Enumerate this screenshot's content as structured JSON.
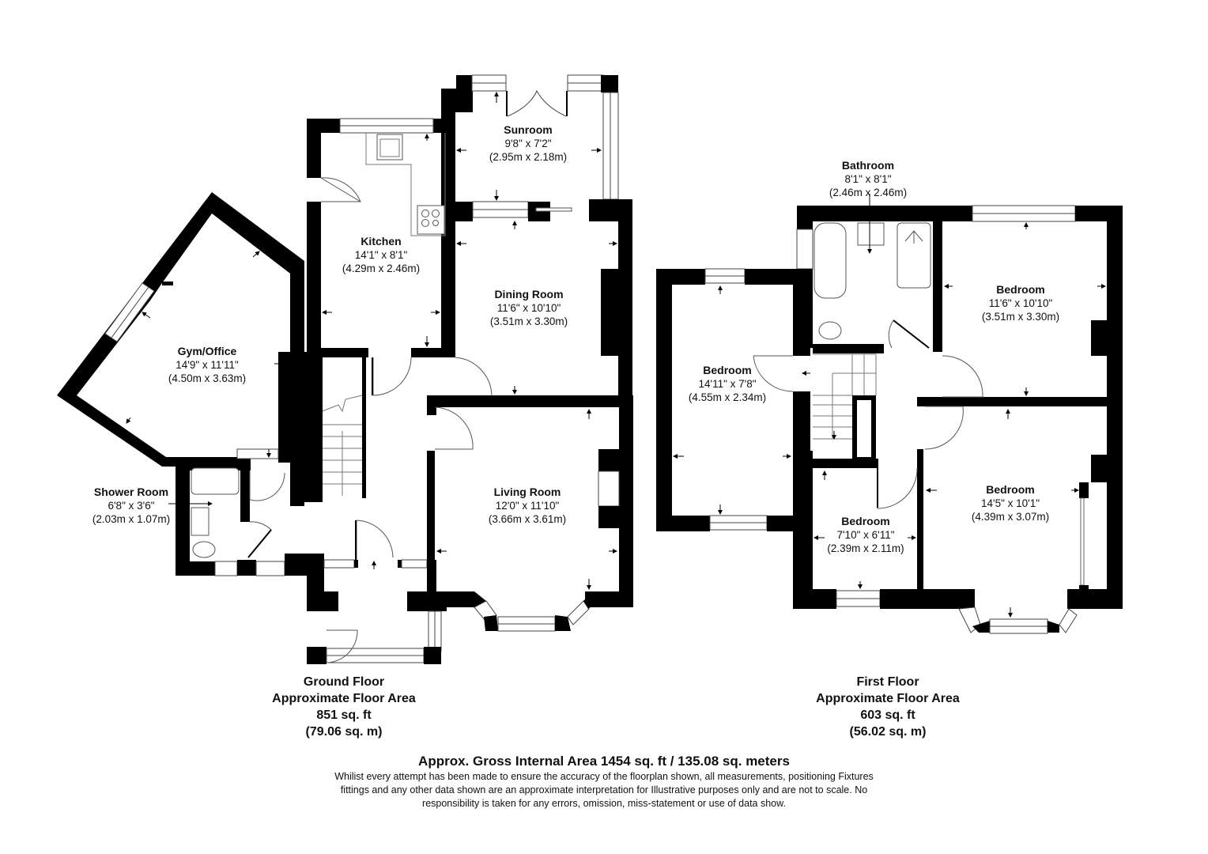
{
  "ground_floor": {
    "caption": {
      "title": "Ground Floor",
      "subtitle": "Approximate Floor Area",
      "area_sqft": "851 sq. ft",
      "area_sqm": "(79.06 sq. m)"
    },
    "rooms": [
      {
        "name": "Sunroom",
        "imperial": "9'8\" x 7'2\"",
        "metric": "(2.95m x 2.18m)"
      },
      {
        "name": "Kitchen",
        "imperial": "14'1\" x 8'1\"",
        "metric": "(4.29m x 2.46m)"
      },
      {
        "name": "Dining Room",
        "imperial": "11'6\" x 10'10\"",
        "metric": "(3.51m x 3.30m)"
      },
      {
        "name": "Gym/Office",
        "imperial": "14'9\" x 11'11\"",
        "metric": "(4.50m x 3.63m)"
      },
      {
        "name": "Living Room",
        "imperial": "12'0\" x 11'10\"",
        "metric": "(3.66m x 3.61m)"
      },
      {
        "name": "Shower Room",
        "imperial": "6'8\" x 3'6\"",
        "metric": "(2.03m x 1.07m)"
      }
    ]
  },
  "first_floor": {
    "caption": {
      "title": "First Floor",
      "subtitle": "Approximate Floor Area",
      "area_sqft": "603 sq. ft",
      "area_sqm": "(56.02 sq. m)"
    },
    "rooms": [
      {
        "name": "Bathroom",
        "imperial": "8'1\" x 8'1\"",
        "metric": "(2.46m x 2.46m)"
      },
      {
        "name": "Bedroom",
        "imperial": "11'6\" x 10'10\"",
        "metric": "(3.51m x 3.30m)"
      },
      {
        "name": "Bedroom",
        "imperial": "14'11\" x 7'8\"",
        "metric": "(4.55m x 2.34m)"
      },
      {
        "name": "Bedroom",
        "imperial": "7'10\" x 6'11\"",
        "metric": "(2.39m x 2.11m)"
      },
      {
        "name": "Bedroom",
        "imperial": "14'5\" x 10'1\"",
        "metric": "(4.39m x 3.07m)"
      }
    ]
  },
  "footer": {
    "gross_area": "Approx. Gross Internal Area 1454 sq. ft / 135.08 sq. meters",
    "disclaimer": "Whilist every attempt has been made to ensure the accuracy of the floorplan shown, all measurements, positioning Fixtures fittings and any other data shown are an approximate interpretation for Illustrative purposes only  and are not to scale. No responsibility is taken for any errors, omission, miss-statement or use of data show."
  },
  "colors": {
    "wall": "#000000",
    "background": "#ffffff",
    "fixture_line": "#555555"
  }
}
